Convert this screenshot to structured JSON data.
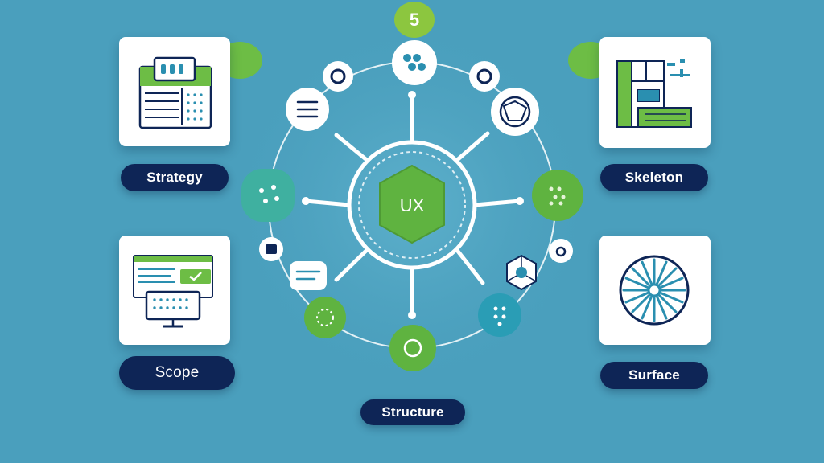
{
  "badge": {
    "number": "5"
  },
  "center": {
    "label": "UX"
  },
  "labels": {
    "strategy": "Strategy",
    "scope": "Scope",
    "structure": "Structure",
    "skeleton": "Skeleton",
    "surface": "Surface"
  },
  "colors": {
    "background": "#4a9fbd",
    "green": "#6dbd45",
    "navy": "#0e2556",
    "teal": "#2a8fb0",
    "white": "#ffffff"
  },
  "icons": {
    "strategy_card": "strategy-board-icon",
    "scope_card": "monitor-checklist-icon",
    "skeleton_card": "wireframe-layout-icon",
    "surface_card": "radial-wheel-icon"
  }
}
